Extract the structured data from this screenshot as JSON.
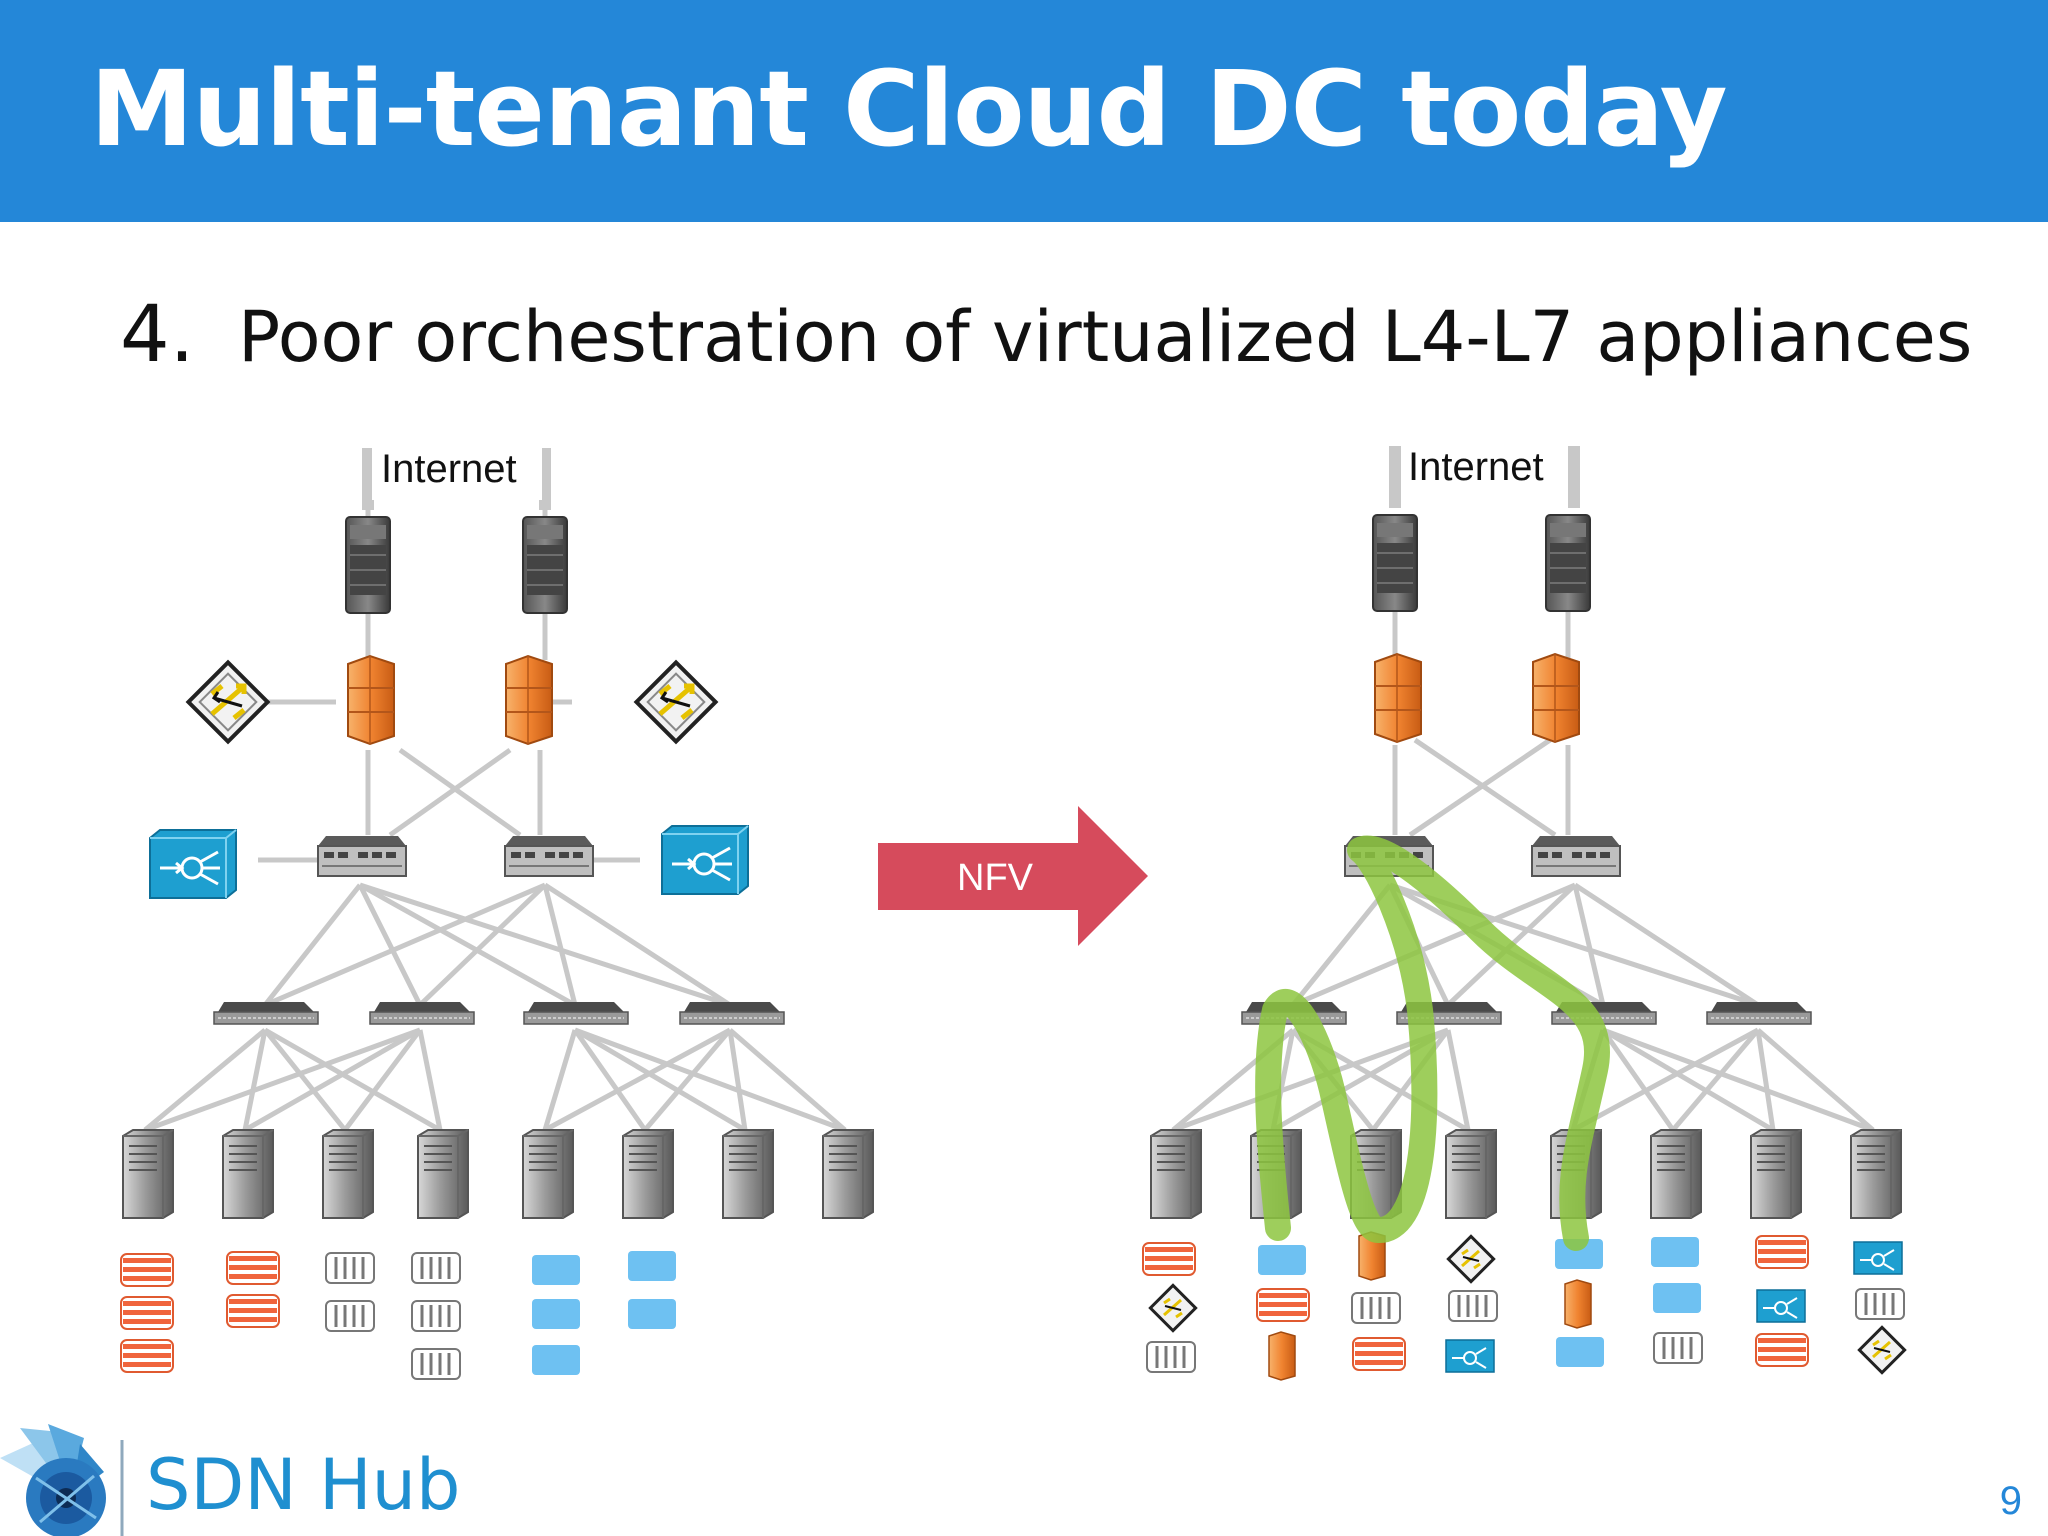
{
  "slide": {
    "title": "Multi-tenant Cloud DC today",
    "bullet_number": "4.",
    "bullet_text": "Poor orchestration of virtualized L4-L7 appliances",
    "page_number": "9"
  },
  "diagram": {
    "left": {
      "top_label": "Internet"
    },
    "right": {
      "top_label": "Internet"
    },
    "arrow_label": "NFV"
  },
  "logo": {
    "text": "SDN Hub"
  },
  "colors": {
    "title_bar": "#2487D8",
    "arrow": "#D64B5C",
    "path_highlight": "#8DC63F",
    "firewall": "#F28A30",
    "load_balancer": "#1E9FD0",
    "vm_block": "#6EC1F2",
    "stripe": "#F0643C"
  }
}
